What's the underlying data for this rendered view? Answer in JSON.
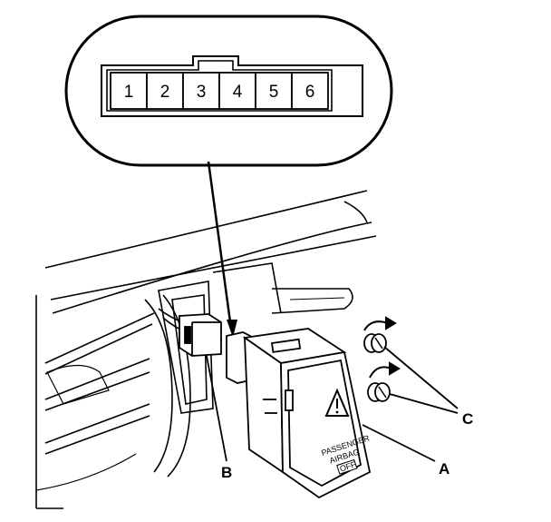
{
  "connector": {
    "pins": [
      "1",
      "2",
      "3",
      "4",
      "5",
      "6"
    ]
  },
  "callouts": {
    "a": "A",
    "b": "B",
    "c": "C"
  },
  "switch_face_text": {
    "line1": "PASSENGER",
    "line2": "AIRBAG",
    "line3": "OFF"
  }
}
